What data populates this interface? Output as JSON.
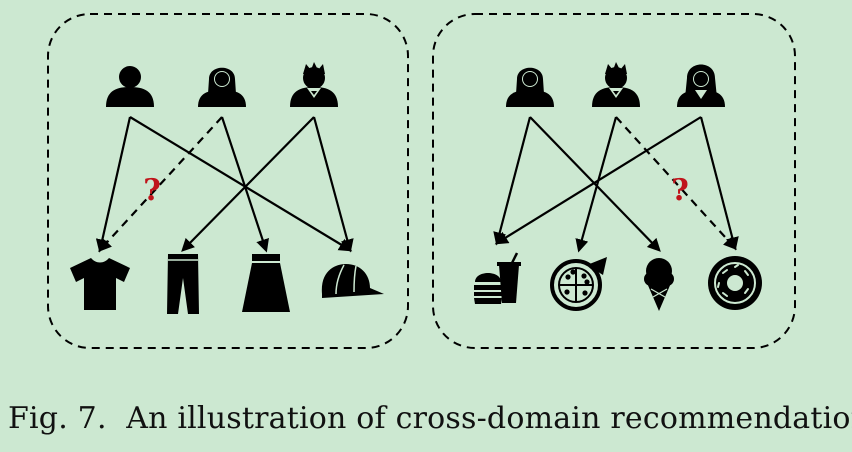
{
  "caption": {
    "label": "Fig. 7.",
    "text": "An illustration of cross-domain recommendation."
  },
  "colors": {
    "background": "#cce8d1",
    "ink": "#000000",
    "question_mark": "#c0141b"
  },
  "domains": [
    {
      "id": "clothing",
      "users": [
        {
          "icon": "man-user-icon"
        },
        {
          "icon": "woman-user-icon"
        },
        {
          "icon": "man-spiky-hair-suit-user-icon"
        }
      ],
      "items": [
        {
          "icon": "tshirt-icon"
        },
        {
          "icon": "pants-icon"
        },
        {
          "icon": "skirt-icon"
        },
        {
          "icon": "cap-icon"
        }
      ],
      "links": [
        {
          "user": 0,
          "item": 0,
          "style": "solid"
        },
        {
          "user": 0,
          "item": 3,
          "style": "solid"
        },
        {
          "user": 1,
          "item": 0,
          "style": "dashed",
          "unknown": true
        },
        {
          "user": 1,
          "item": 2,
          "style": "solid"
        },
        {
          "user": 2,
          "item": 1,
          "style": "solid"
        },
        {
          "user": 2,
          "item": 3,
          "style": "solid"
        }
      ],
      "question_mark": "?"
    },
    {
      "id": "food",
      "users": [
        {
          "icon": "woman-user-icon"
        },
        {
          "icon": "man-spiky-hair-suit-user-icon"
        },
        {
          "icon": "woman-long-hair-suit-user-icon"
        }
      ],
      "items": [
        {
          "icon": "burger-drink-icon"
        },
        {
          "icon": "pizza-icon"
        },
        {
          "icon": "ice-cream-icon"
        },
        {
          "icon": "donut-icon"
        }
      ],
      "links": [
        {
          "user": 0,
          "item": 0,
          "style": "solid"
        },
        {
          "user": 0,
          "item": 2,
          "style": "solid"
        },
        {
          "user": 1,
          "item": 1,
          "style": "solid"
        },
        {
          "user": 1,
          "item": 3,
          "style": "dashed",
          "unknown": true
        },
        {
          "user": 2,
          "item": 0,
          "style": "solid"
        },
        {
          "user": 2,
          "item": 3,
          "style": "solid"
        }
      ],
      "question_mark": "?"
    }
  ]
}
